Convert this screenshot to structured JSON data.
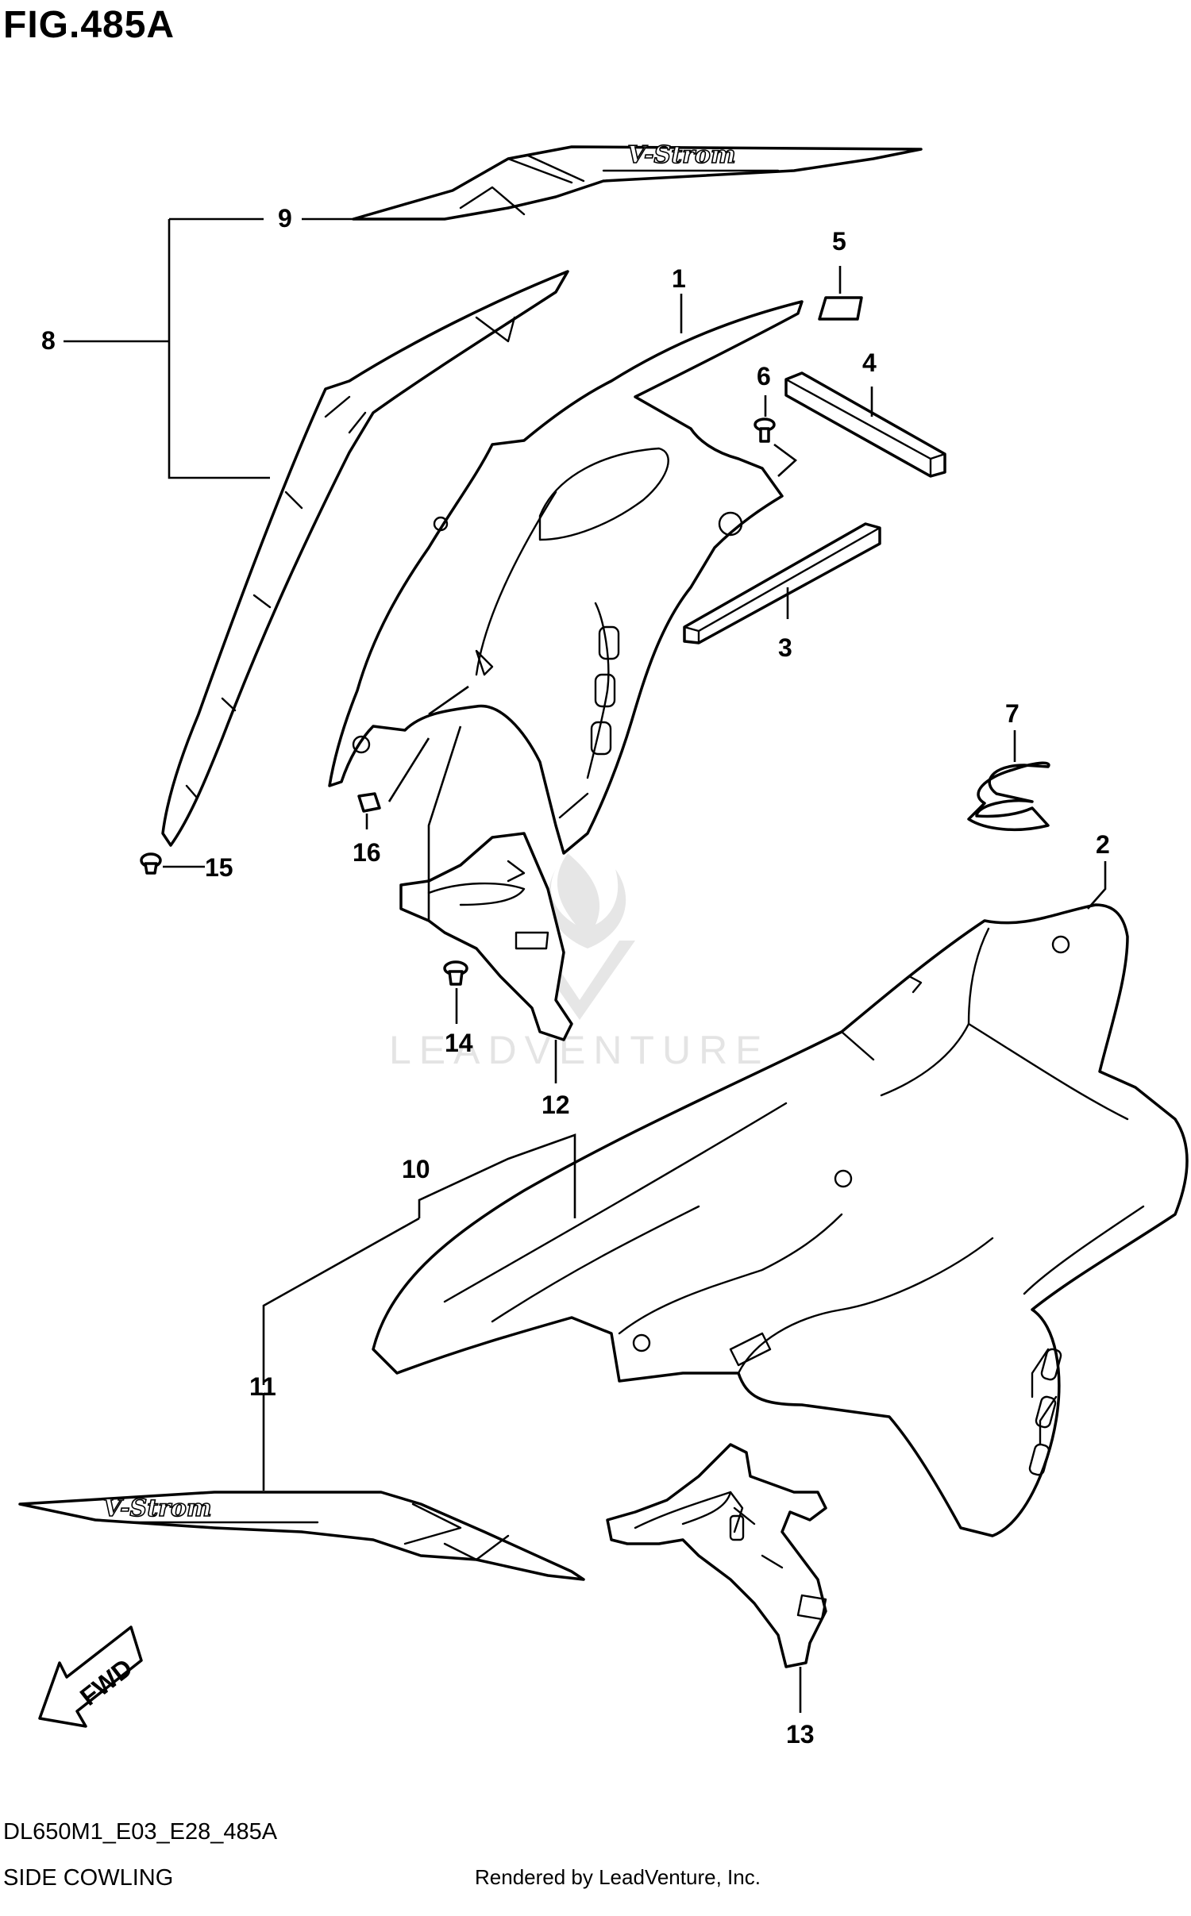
{
  "figure": {
    "title": "FIG.485A",
    "code": "DL650M1_E03_E28_485A",
    "name": "SIDE COWLING",
    "rendered_by": "Rendered by LeadVenture, Inc."
  },
  "watermark": {
    "text": "LEADVENTURE"
  },
  "decals": {
    "brand_text": "V-Strom",
    "fwd_text": "FWD"
  },
  "callouts": {
    "c1": "1",
    "c2": "2",
    "c3": "3",
    "c4": "4",
    "c5": "5",
    "c6": "6",
    "c7": "7",
    "c8": "8",
    "c9": "9",
    "c10": "10",
    "c11": "11",
    "c12": "12",
    "c13": "13",
    "c14": "14",
    "c15": "15",
    "c16": "16"
  }
}
